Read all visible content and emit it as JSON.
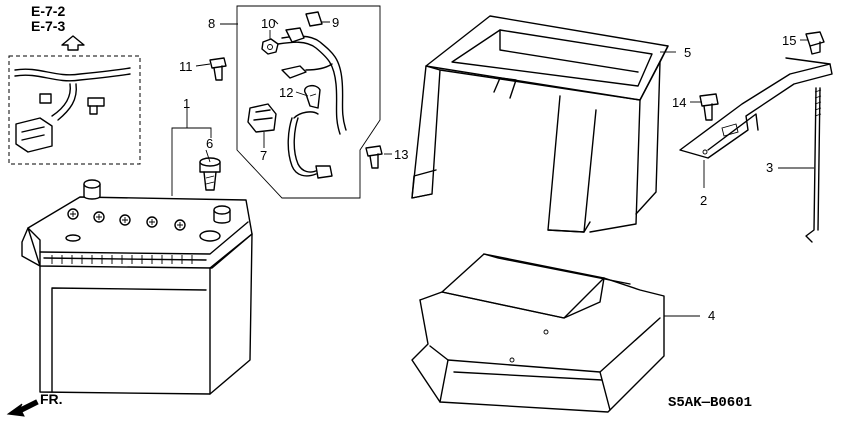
{
  "refs": {
    "ref1": "E-7-2",
    "ref2": "E-7-3"
  },
  "diagram_code": "S5AK—B0601",
  "front_label": "FR.",
  "callouts": {
    "c1": "1",
    "c2": "2",
    "c3": "3",
    "c4": "4",
    "c5": "5",
    "c6": "6",
    "c7": "7",
    "c8": "8",
    "c9": "9",
    "c10": "10",
    "c11": "11",
    "c12": "12",
    "c13": "13",
    "c14": "14",
    "c15": "15"
  }
}
